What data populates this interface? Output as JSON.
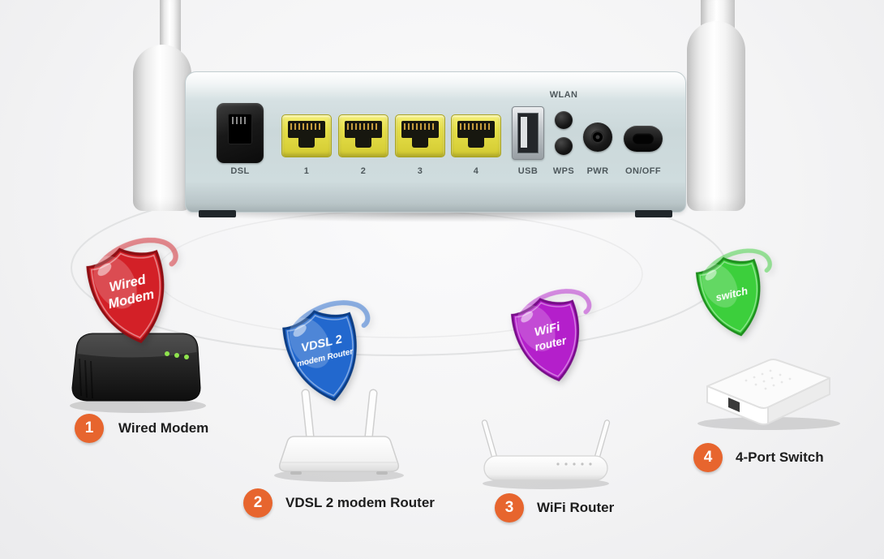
{
  "colors": {
    "page_bg": "#F3F3F4",
    "accent_orange": "#E7652E",
    "led_green": "#8FE34D"
  },
  "router_panel": {
    "dsl_label": "DSL",
    "lan_port_labels": [
      "1",
      "2",
      "3",
      "4"
    ],
    "usb_label": "USB",
    "wlan_label": "WLAN",
    "wps_label": "WPS",
    "pwr_label": "PWR",
    "power_switch_label": "ON/OFF"
  },
  "modes": [
    {
      "number": "1",
      "label": "Wired Modem",
      "shield_lines": [
        "Wired",
        "Modem"
      ],
      "shield_color": "#D32027",
      "shield_dark": "#8E0F14"
    },
    {
      "number": "2",
      "label": "VDSL 2 modem Router",
      "shield_lines": [
        "VDSL 2",
        "modem Router"
      ],
      "shield_color": "#2268CE",
      "shield_dark": "#0D3E85"
    },
    {
      "number": "3",
      "label": "WiFi Router",
      "shield_lines": [
        "WiFi",
        "router"
      ],
      "shield_color": "#B41FCB",
      "shield_dark": "#770E88"
    },
    {
      "number": "4",
      "label": "4-Port Switch",
      "shield_lines": [
        "switch"
      ],
      "shield_color": "#3CCF3C",
      "shield_dark": "#1E8F1E"
    }
  ]
}
